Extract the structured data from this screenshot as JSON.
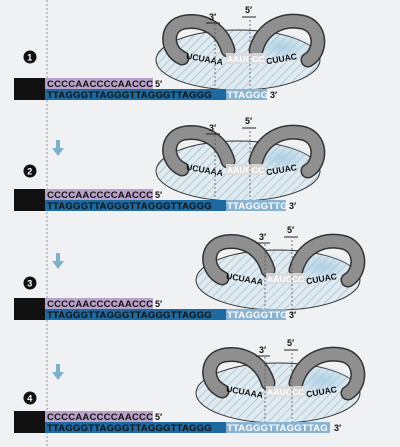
{
  "colors": {
    "background": "#f0f1f3",
    "top_strand": "#b9a2c9",
    "bottom_strand": "#1e6aa0",
    "new_dna": "#8ab3d1",
    "enzyme_fill": "#dfeaf1",
    "enzyme_hatch": "#9ab4c4",
    "enzyme_glow": "#a8cde2",
    "rna_loop": "#8f8f8f",
    "arrow": "#7fb0c9",
    "template_highlight": "#dcdcdc"
  },
  "steps": [
    {
      "number": "1",
      "top_seq": "CCCCAACCCCAACCC",
      "top_end": "5′",
      "bottom_seq": "TTAGGGTTAGGGTTAGGGTTAGGG",
      "bottom_ext": "TTAGGG",
      "bottom_end": "3′",
      "rna_left": "UCUAAA",
      "rna_mid": "AAUCCC",
      "rna_right": "CUUAC",
      "label_3": "3′",
      "label_5": "5′"
    },
    {
      "number": "2",
      "top_seq": "CCCCAACCCCAACCC",
      "top_end": "5′",
      "bottom_seq": "TTAGGGTTAGGGTTAGGGTTAGGG",
      "bottom_ext": "TTAGGGTTG",
      "bottom_end": "3′",
      "rna_left": "UCUAAA",
      "rna_mid": "AAUCCC",
      "rna_right": "CUUAC",
      "label_3": "3′",
      "label_5": "5′"
    },
    {
      "number": "3",
      "top_seq": "CCCCAACCCCAACCC",
      "top_end": "5′",
      "bottom_seq": "TTAGGGTTAGGGTTAGGGTTAGGG",
      "bottom_ext": "TTAGGGTTG",
      "bottom_end": "3′",
      "rna_left": "UCUAAA",
      "rna_mid": "AAUCCC",
      "rna_right": "CUUAC",
      "label_3": "3′",
      "label_5": "5′"
    },
    {
      "number": "4",
      "top_seq": "CCCCAACCCCAACCC",
      "top_end": "5′",
      "bottom_seq": "TTAGGGTTAGGGTTAGGGTTAGGG",
      "bottom_ext": "TTAGGGTTAGGTTAG",
      "bottom_end": "3′",
      "rna_left": "UCUAAA",
      "rna_mid": "AAUCCC",
      "rna_right": "CUUAC",
      "label_3": "3′",
      "label_5": "5′"
    }
  ]
}
